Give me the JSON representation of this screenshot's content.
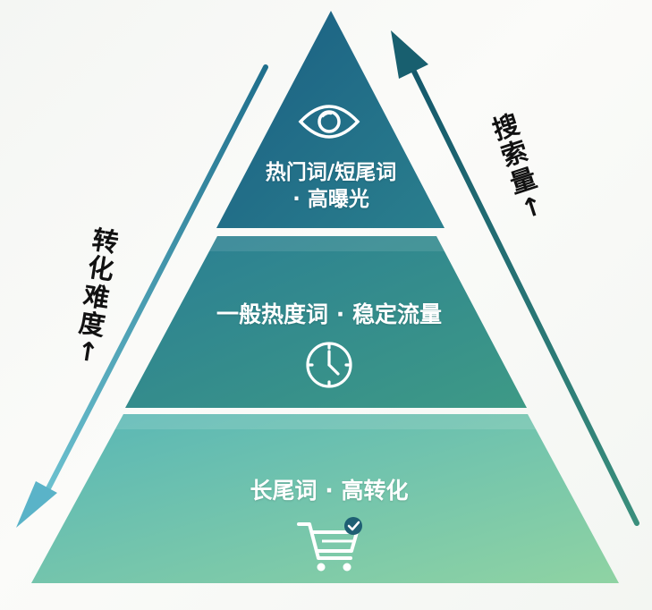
{
  "tiers": {
    "top": {
      "line1": "热门词/短尾词",
      "line2": "· 高曝光",
      "icon": "eye-icon"
    },
    "middle": {
      "label": "一般热度词 · 稳定流量",
      "icon": "clock-icon"
    },
    "bottom": {
      "label": "长尾词 · 高转化",
      "icon": "shopping-cart-check-icon"
    }
  },
  "left_axis": {
    "chars": [
      "转",
      "化",
      "难",
      "度",
      "↑"
    ]
  },
  "right_axis": {
    "chars": [
      "搜",
      "索",
      "量",
      "↑"
    ]
  },
  "colors": {
    "top_tier": "#1d6b86",
    "middle_tier": "#2f8f88",
    "bottom_tier": "#6fc6a2",
    "left_arrow": "#5ab0c6",
    "right_arrow": "#1e6a75"
  }
}
